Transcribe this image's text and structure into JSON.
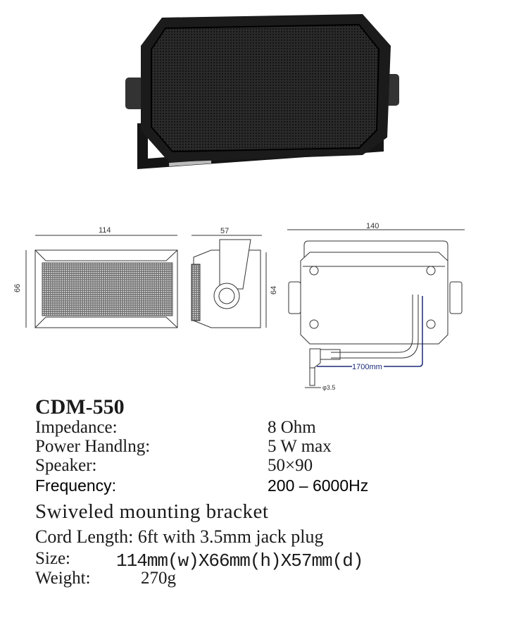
{
  "diagram": {
    "front_width": "114",
    "front_height": "66",
    "side_depth": "57",
    "side_height": "64",
    "rear_width": "140",
    "cord_length": "1700mm",
    "plug_diameter": "φ3.5"
  },
  "specs": {
    "model": "CDM-550",
    "impedance_label": "Impedance:",
    "impedance_value": "8 Ohm",
    "power_label": "Power Handlng:",
    "power_value": "5 W max",
    "speaker_label": "Speaker:",
    "speaker_value": "50×90",
    "frequency_label": "Frequency:",
    "frequency_value": "200 – 6000Hz",
    "bracket": "Swiveled mounting bracket",
    "cord": "Cord Length:  6ft with 3.5mm jack plug",
    "size_label": "Size:",
    "size_value": "114mm(w)X66mm(h)X57mm(d)",
    "weight_label": "Weight:",
    "weight_value": "270g"
  },
  "colors": {
    "accent_line": "#1a2a7a",
    "speaker_body": "#1b1b1b"
  }
}
